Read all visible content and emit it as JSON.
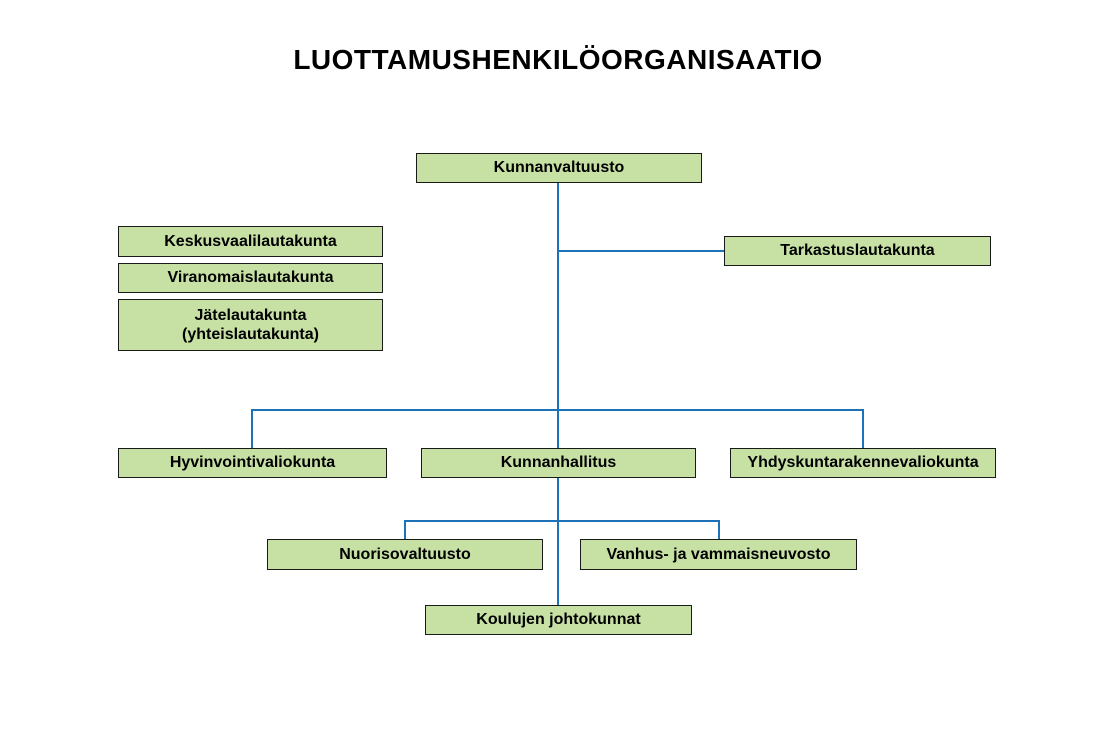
{
  "title": "LUOTTAMUSHENKILÖORGANISAATIO",
  "colors": {
    "node_fill": "#c7e1a5",
    "node_border": "#1a1a1a",
    "connector": "#1e72b8",
    "background": "#ffffff",
    "text": "#000000"
  },
  "nodes": {
    "kunnanvaltuusto": {
      "label": "Kunnanvaltuusto"
    },
    "keskusvaalilautakunta": {
      "label": "Keskusvaalilautakunta"
    },
    "viranomaislautakunta": {
      "label": "Viranomaislautakunta"
    },
    "jatelautakunta": {
      "label": "Jätelautakunta\n(yhteislautakunta)"
    },
    "tarkastuslautakunta": {
      "label": "Tarkastuslautakunta"
    },
    "hyvinvointivaliokunta": {
      "label": "Hyvinvointivaliokunta"
    },
    "kunnanhallitus": {
      "label": "Kunnanhallitus"
    },
    "yhdyskuntarakennevaliokunta": {
      "label": "Yhdyskuntarakennevaliokunta"
    },
    "nuorisovaltuusto": {
      "label": "Nuorisovaltuusto"
    },
    "vanhus_ja_vammaisneuvosto": {
      "label": "Vanhus- ja vammaisneuvosto"
    },
    "koulujen_johtokunnat": {
      "label": "Koulujen johtokunnat"
    }
  },
  "edges": [
    {
      "from": "kunnanvaltuusto",
      "to": "tarkastuslautakunta"
    },
    {
      "from": "kunnanvaltuusto",
      "to": "hyvinvointivaliokunta"
    },
    {
      "from": "kunnanvaltuusto",
      "to": "kunnanhallitus"
    },
    {
      "from": "kunnanvaltuusto",
      "to": "yhdyskuntarakennevaliokunta"
    },
    {
      "from": "kunnanhallitus",
      "to": "nuorisovaltuusto"
    },
    {
      "from": "kunnanhallitus",
      "to": "vanhus_ja_vammaisneuvosto"
    },
    {
      "from": "kunnanhallitus",
      "to": "koulujen_johtokunnat"
    }
  ]
}
